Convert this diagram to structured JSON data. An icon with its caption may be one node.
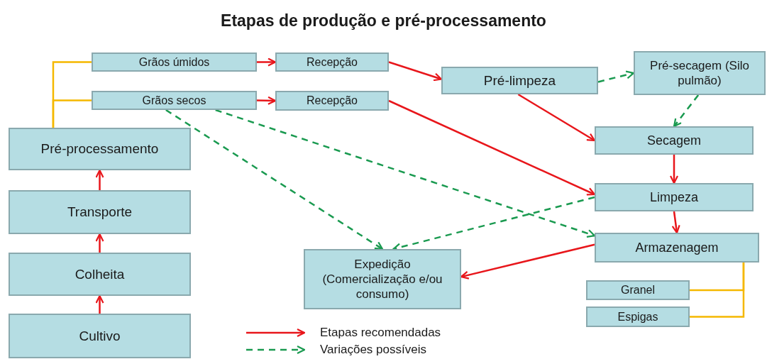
{
  "diagram": {
    "title": "Etapas de produção e pré-processamento",
    "nodes": [
      {
        "text": [
          "Grãos úmidos"
        ]
      },
      {
        "text": [
          "Recepção"
        ]
      },
      {
        "text": [
          "Pré-limpeza"
        ]
      },
      {
        "text": [
          "Pré-secagem (Silo pulmão)"
        ]
      },
      {
        "text": [
          "Grãos secos"
        ]
      },
      {
        "text": [
          "Recepção"
        ]
      },
      {
        "text": [
          "Pré-processamento"
        ]
      },
      {
        "text": [
          "Secagem"
        ]
      },
      {
        "text": [
          "Transporte"
        ]
      },
      {
        "text": [
          "Limpeza"
        ]
      },
      {
        "text": [
          "Armazenagem"
        ]
      },
      {
        "text": [
          "Expedição (Comercialização e/ou consumo)"
        ]
      },
      {
        "text": [
          "Colheita"
        ]
      },
      {
        "text": [
          "Granel"
        ]
      },
      {
        "text": [
          "Espigas"
        ]
      },
      {
        "text": [
          "Cultivo"
        ]
      }
    ],
    "edges": [
      {
        "from": 6,
        "to": 0,
        "arrow": "none",
        "color": "#f5b800"
      },
      {
        "from": 6,
        "to": 4,
        "arrow": "none",
        "color": "#f5b800"
      },
      {
        "from": 0,
        "to": 1,
        "arrow": "to"
      },
      {
        "from": 4,
        "to": 5,
        "arrow": "to"
      },
      {
        "from": 1,
        "to": 2,
        "arrow": "to"
      },
      {
        "from": 2,
        "to": 3,
        "arrow": "to",
        "style": "dashed",
        "color": "#1a9a50"
      },
      {
        "from": 3,
        "to": 7,
        "arrow": "to",
        "style": "dashed",
        "color": "#1a9a50"
      },
      {
        "from": 2,
        "to": 7,
        "arrow": "to"
      },
      {
        "from": 5,
        "to": 9,
        "arrow": "to"
      },
      {
        "from": 7,
        "to": 9,
        "arrow": "to"
      },
      {
        "from": 9,
        "to": 10,
        "arrow": "to"
      },
      {
        "from": 10,
        "to": 11,
        "arrow": "to"
      },
      {
        "from": 9,
        "to": 11,
        "arrow": "to",
        "style": "dashed",
        "color": "#1a9a50"
      },
      {
        "from": 4,
        "to": 11,
        "arrow": "to",
        "style": "dashed",
        "color": "#1a9a50"
      },
      {
        "from": 4,
        "to": 10,
        "arrow": "to",
        "style": "dashed",
        "color": "#1a9a50"
      },
      {
        "from": 15,
        "to": 12,
        "arrow": "to"
      },
      {
        "from": 12,
        "to": 8,
        "arrow": "to"
      },
      {
        "from": 8,
        "to": 6,
        "arrow": "to"
      },
      {
        "from": 10,
        "to": 13,
        "arrow": "none",
        "color": "#f5b800"
      },
      {
        "from": 10,
        "to": 14,
        "arrow": "none",
        "color": "#f5b800"
      }
    ],
    "legend": [
      {
        "text": "Etapas recomendadas"
      },
      {
        "text": "Variações possíveis"
      }
    ]
  }
}
